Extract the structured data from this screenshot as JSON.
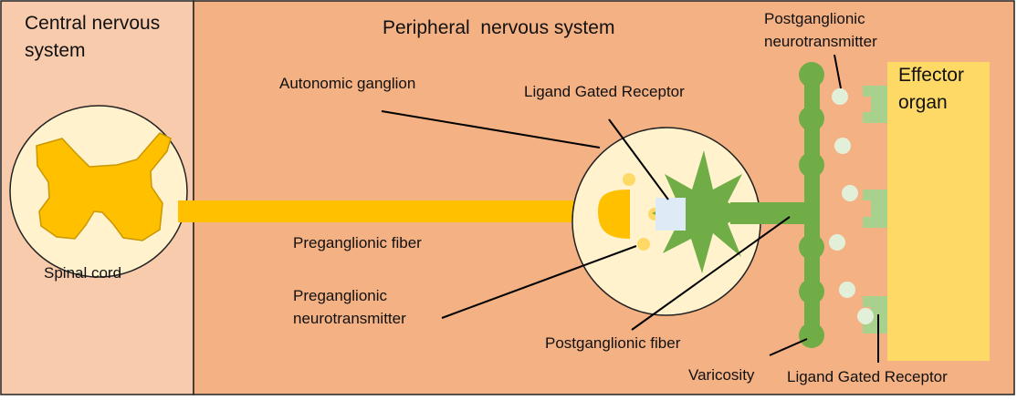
{
  "regions": {
    "central": {
      "title_line1": "Central nervous",
      "title_line2": "system"
    },
    "peripheral": {
      "title": "Peripheral  nervous system"
    }
  },
  "labels": {
    "spinal_cord": "Spinal cord",
    "autonomic_ganglion": "Autonomic ganglion",
    "ligand_gated_receptor_top": "Ligand Gated Receptor",
    "postganglionic_nt_line1": "Postganglionic",
    "postganglionic_nt_line2": "neurotransmitter",
    "effector_line1": "Effector",
    "effector_line2": "organ",
    "preganglionic_fiber": "Preganglionic fiber",
    "preganglionic_nt_line1": "Preganglionic",
    "preganglionic_nt_line2": "neurotransmitter",
    "postganglionic_fiber": "Postganglionic fiber",
    "varicosity": "Varicosity",
    "ligand_gated_receptor_bottom": "Ligand Gated Receptor"
  },
  "colors": {
    "cns_bg": "#F8CBAD",
    "pns_bg": "#F4B183",
    "cell_fill": "#FFF2CC",
    "pre_fiber": "#FFC000",
    "post_neuron": "#70AD47",
    "receptor_light_green": "#A9D18E",
    "receptor_blue": "#DEEBF7",
    "effector": "#FFD966",
    "vesicle_yellow": "#FFD966",
    "vesicle_green": "#E2F0D9"
  }
}
